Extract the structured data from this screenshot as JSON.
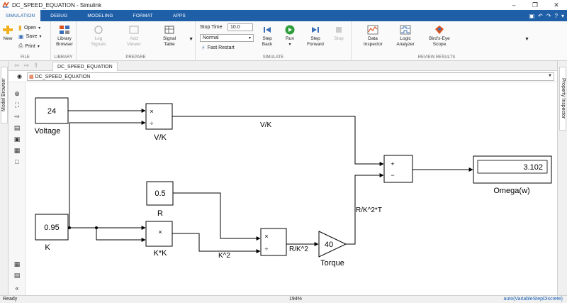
{
  "window": {
    "title": "DC_SPEED_EQUATION - Simulink"
  },
  "tabs": [
    "SIMULATION",
    "DEBUG",
    "MODELING",
    "FORMAT",
    "APPS"
  ],
  "ribbon": {
    "file": {
      "label": "FILE",
      "new": "New",
      "open": "Open",
      "save": "Save",
      "print": "Print"
    },
    "library": {
      "label": "LIBRARY",
      "browser": "Library Browser"
    },
    "prepare": {
      "label": "PREPARE",
      "log_signals": "Log Signals",
      "add_viewer": "Add Viewer",
      "signal_table": "Signal Table"
    },
    "simulate": {
      "label": "SIMULATE",
      "stop_time_label": "Stop Time",
      "stop_time_value": "10.0",
      "mode": "Normal",
      "fast_restart": "Fast Restart",
      "step_back": "Step Back",
      "run": "Run",
      "step_forward": "Step Forward",
      "stop": "Stop"
    },
    "review": {
      "label": "REVIEW RESULTS",
      "data_inspector": "Data Inspector",
      "logic_analyzer": "Logic Analyzer",
      "birds_eye": "Bird's-Eye Scope"
    }
  },
  "doc_tab": "DC_SPEED_EQUATION",
  "address": "DC_SPEED_EQUATION",
  "side": {
    "left": "Model Browser",
    "right": "Property Inspector"
  },
  "blocks": {
    "voltage": {
      "value": "24",
      "label": "Voltage"
    },
    "k": {
      "value": "0.95",
      "label": "K"
    },
    "r": {
      "value": "0.5",
      "label": "R"
    },
    "vk": {
      "label": "V/K",
      "op1": "×",
      "op2": "÷"
    },
    "kk": {
      "label": "K*K",
      "op1": "×",
      "op2": "×"
    },
    "rk2": {
      "op1": "×",
      "op2": "÷"
    },
    "torque": {
      "value": "40",
      "label": "Torque"
    },
    "sum": {
      "op1": "+",
      "op2": "−"
    },
    "omega": {
      "value": "3.102",
      "label": "Omega(w)"
    }
  },
  "signals": {
    "vk": "V/K",
    "k2": "K^2",
    "rk2": "R/K^2",
    "rk2t": "R/K^2*T"
  },
  "status": {
    "ready": "Ready",
    "zoom": "194%",
    "solver": "auto(VariableStepDiscrete)"
  },
  "colors": {
    "tabbar": "#1f5fa8",
    "run": "#2e9e3a",
    "solver_link": "#1a5fb4"
  }
}
